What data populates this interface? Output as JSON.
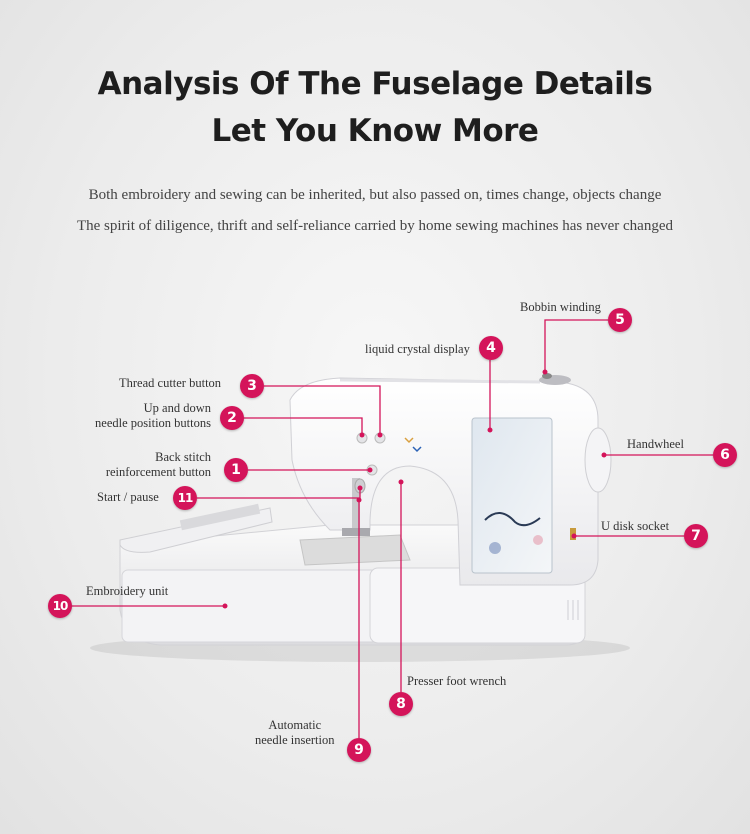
{
  "header": {
    "title_line1": "Analysis Of The Fuselage Details",
    "title_line2": "Let You Know More",
    "subtitle_line1": "Both embroidery and sewing can be inherited, but also passed on, times change, objects change",
    "subtitle_line2": "The spirit of diligence, thrift and self-reliance carried by home sewing machines has never changed"
  },
  "callouts": [
    {
      "number": "1",
      "label": "Back stitch\nreinforcement button"
    },
    {
      "number": "2",
      "label": "Up and down\nneedle position buttons"
    },
    {
      "number": "3",
      "label": "Thread cutter button"
    },
    {
      "number": "4",
      "label": "liquid crystal display"
    },
    {
      "number": "5",
      "label": "Bobbin winding"
    },
    {
      "number": "6",
      "label": "Handwheel"
    },
    {
      "number": "7",
      "label": "U disk socket"
    },
    {
      "number": "8",
      "label": "Presser foot wrench"
    },
    {
      "number": "9",
      "label": "Automatic\nneedle insertion"
    },
    {
      "number": "10",
      "label": "Embroidery unit"
    },
    {
      "number": "11",
      "label": "Start / pause"
    }
  ],
  "colors": {
    "accent": "#d4145a",
    "title": "#1e1e1e",
    "text": "#444444"
  }
}
